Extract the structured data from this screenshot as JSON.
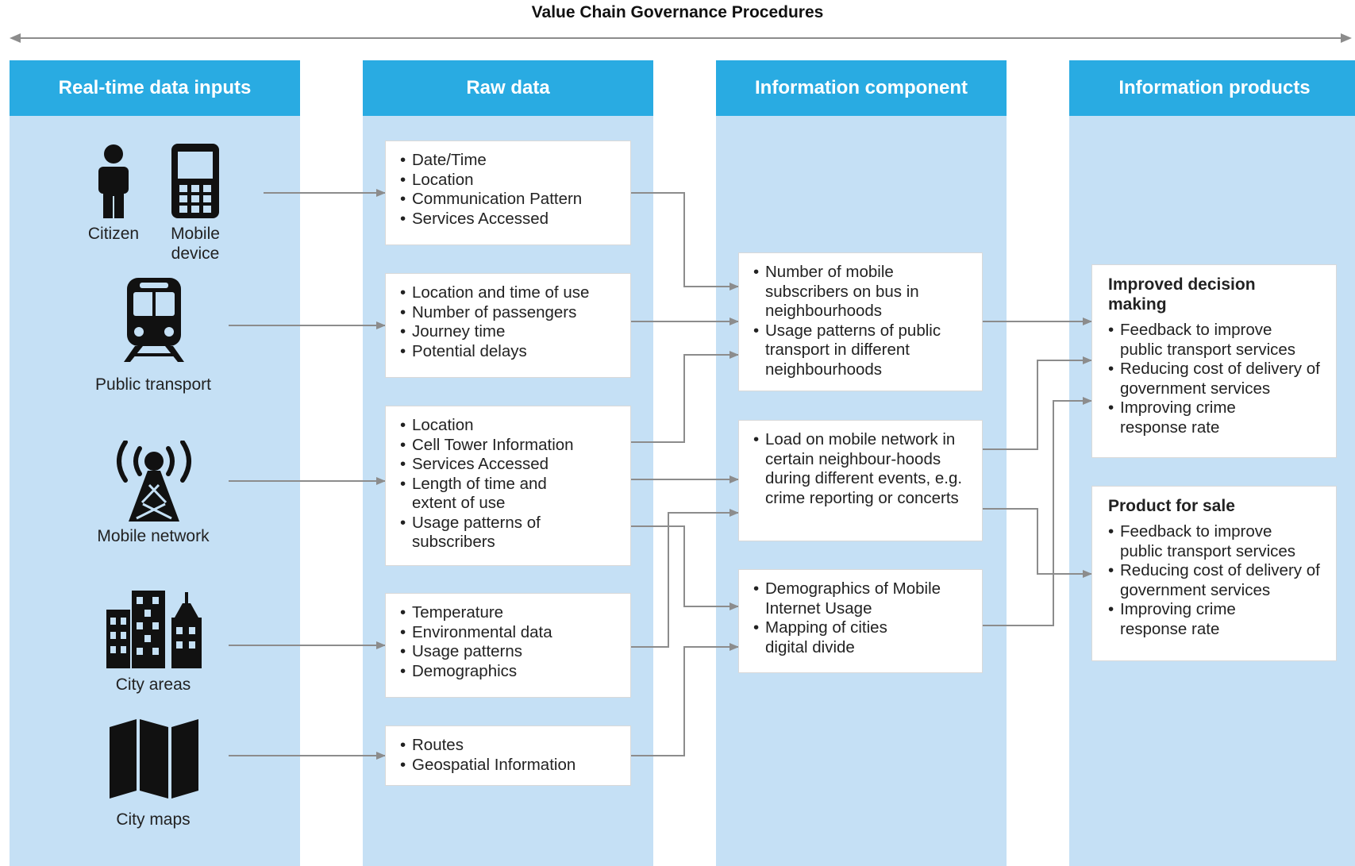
{
  "title": "Value Chain Governance Procedures",
  "colors": {
    "header": "#29abe2",
    "column": "#c5e0f5",
    "connector": "#8c8c8c"
  },
  "columns": [
    {
      "label": "Real-time data inputs"
    },
    {
      "label": "Raw data"
    },
    {
      "label": "Information component"
    },
    {
      "label": "Information products"
    }
  ],
  "inputs": [
    {
      "icon": "person-icon",
      "label": "Citizen"
    },
    {
      "icon": "mobile-phone-icon",
      "label": "Mobile device"
    },
    {
      "icon": "train-icon",
      "label": "Public transport"
    },
    {
      "icon": "cell-tower-icon",
      "label": "Mobile network"
    },
    {
      "icon": "city-buildings-icon",
      "label": "City areas"
    },
    {
      "icon": "map-icon",
      "label": "City maps"
    }
  ],
  "raw_data": [
    {
      "items": [
        "Date/Time",
        "Location",
        "Communication Pattern",
        "Services Accessed"
      ]
    },
    {
      "items": [
        "Location and time of use",
        "Number of passengers",
        "Journey time",
        "Potential delays"
      ]
    },
    {
      "items": [
        "Location",
        "Cell Tower Information",
        "Services Accessed",
        "Length of time and extent of use",
        "Usage patterns of subscribers"
      ]
    },
    {
      "items": [
        "Temperature",
        "Environmental data",
        "Usage patterns",
        "Demographics"
      ]
    },
    {
      "items": [
        "Routes",
        "Geospatial Information"
      ]
    }
  ],
  "info_components": [
    {
      "items": [
        "Number of mobile subscribers on bus in neighbourhoods",
        "Usage patterns of public transport in different neighbourhoods"
      ]
    },
    {
      "items": [
        "Load on mobile network in certain neighbour-hoods during different events, e.g. crime reporting or concerts"
      ]
    },
    {
      "items": [
        "Demographics of Mobile Internet Usage",
        "Mapping of cities digital divide"
      ]
    }
  ],
  "info_products": [
    {
      "heading": "Improved decision making",
      "items": [
        "Feedback to improve public transport services",
        "Reducing cost of delivery of government services",
        "Improving crime response rate"
      ]
    },
    {
      "heading": "Product for sale",
      "items": [
        "Feedback to improve public transport services",
        "Reducing cost of delivery of government services",
        "Improving crime response rate"
      ]
    }
  ]
}
